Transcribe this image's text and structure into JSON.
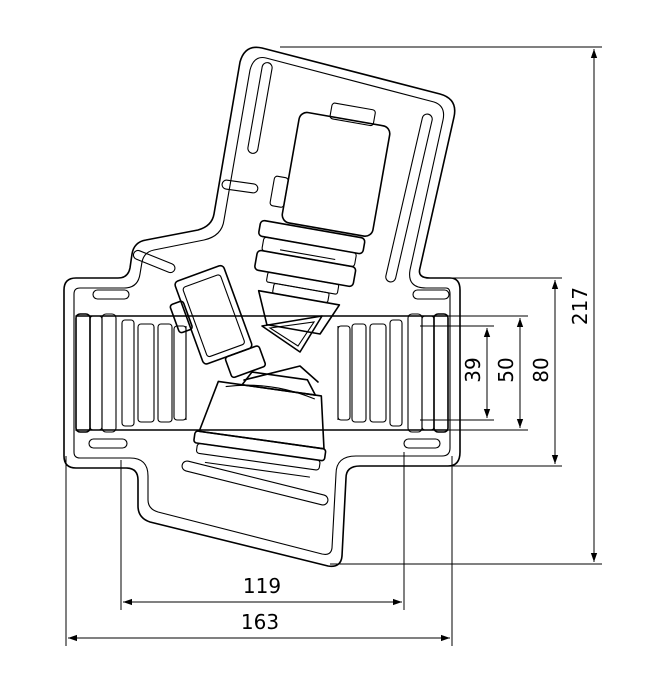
{
  "dimensions": {
    "width_overall": "163",
    "width_inner": "119",
    "height_overall": "217",
    "bore_39": "39",
    "bore_50": "50",
    "bore_80": "80"
  }
}
